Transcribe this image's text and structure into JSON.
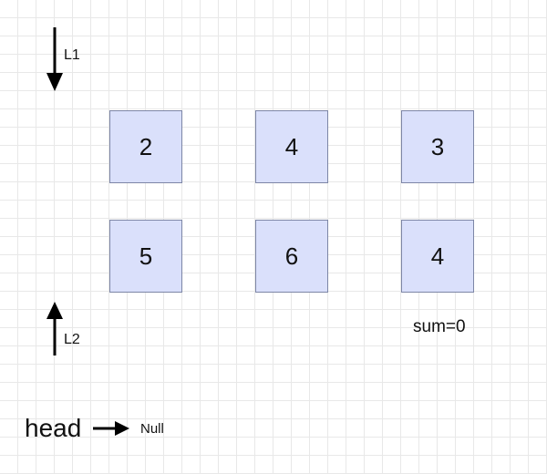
{
  "pointers": {
    "l1": "L1",
    "l2": "L2",
    "head": "head",
    "null": "Null"
  },
  "lists": {
    "l1": [
      "2",
      "4",
      "3"
    ],
    "l2": [
      "5",
      "6",
      "4"
    ]
  },
  "sum_label": "sum=0",
  "colors": {
    "node_fill": "#dae0fb",
    "node_border": "#7d86a6",
    "arrow": "#000000"
  }
}
